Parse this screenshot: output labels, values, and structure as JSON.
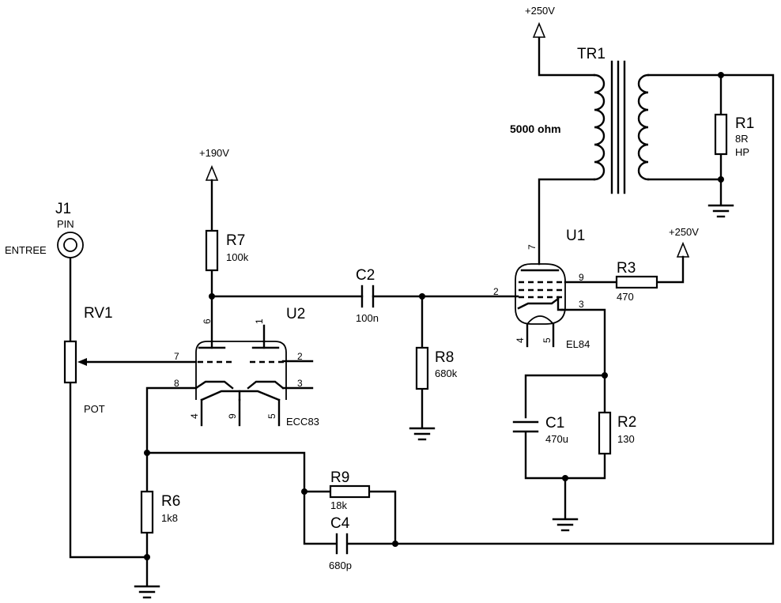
{
  "power": {
    "v250_top": "+250V",
    "v190": "+190V",
    "v250_right": "+250V"
  },
  "components": {
    "j1": {
      "ref": "J1",
      "value": "PIN",
      "label": "ENTREE"
    },
    "rv1": {
      "ref": "RV1",
      "value": "POT"
    },
    "r7": {
      "ref": "R7",
      "value": "100k"
    },
    "u2": {
      "ref": "U2",
      "type": "ECC83",
      "pins": [
        "6",
        "1",
        "7",
        "2",
        "8",
        "3",
        "4",
        "9",
        "5"
      ]
    },
    "c2": {
      "ref": "C2",
      "value": "100n"
    },
    "r8": {
      "ref": "R8",
      "value": "680k"
    },
    "u1": {
      "ref": "U1",
      "type": "EL84",
      "pins": [
        "7",
        "9",
        "2",
        "3",
        "4",
        "5"
      ]
    },
    "r3": {
      "ref": "R3",
      "value": "470"
    },
    "tr1": {
      "ref": "TR1",
      "impedance": "5000 ohm"
    },
    "r1": {
      "ref": "R1",
      "value": "8R",
      "label": "HP"
    },
    "c1": {
      "ref": "C1",
      "value": "470u"
    },
    "r2": {
      "ref": "R2",
      "value": "130"
    },
    "r6": {
      "ref": "R6",
      "value": "1k8"
    },
    "r9": {
      "ref": "R9",
      "value": "18k"
    },
    "c4": {
      "ref": "C4",
      "value": "680p"
    }
  }
}
